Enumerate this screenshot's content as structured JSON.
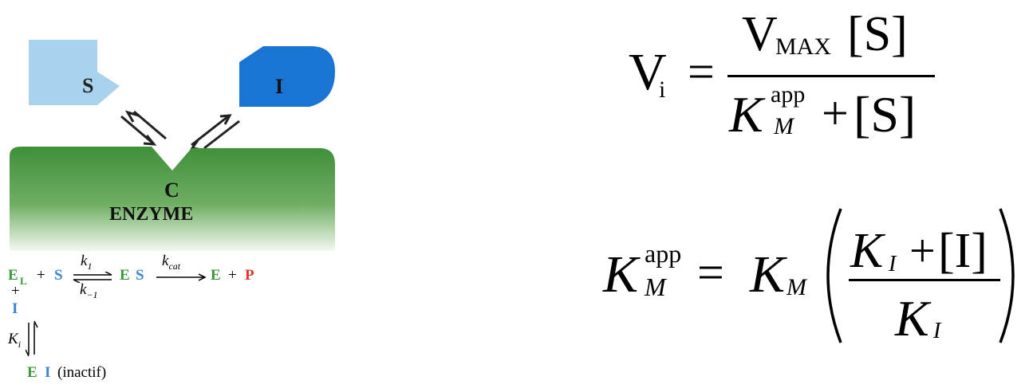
{
  "diagram": {
    "substrate_label": "S",
    "inhibitor_label": "I",
    "site_label": "C",
    "enzyme_label": "ENZYME",
    "colors": {
      "substrate": "#a9d3ec",
      "inhibitor": "#1a74d4",
      "enzyme": "#4f9a44",
      "green_text": "#3a9a3a",
      "blue_text": "#3a86d6",
      "red_text": "#e0342a"
    }
  },
  "mechanism": {
    "E": "E",
    "L_sub": "L",
    "plus": "+",
    "S": "S",
    "k1_sym": "k",
    "k1_sub": "1",
    "km1_sym": "k",
    "km1_sub": "−1",
    "ES_E": "E",
    "ES_S": "S",
    "kcat_sym": "k",
    "kcat_sub": "cat",
    "prod_E": "E",
    "plus2": "+",
    "P": "P",
    "plus_under": "+",
    "I": "I",
    "Ki_sym": "K",
    "Ki_sub": "i",
    "EI_E": "E",
    "EI_I": "I",
    "inactive": "(inactif)"
  },
  "equation1": {
    "lhs_V": "V",
    "lhs_sub": "i",
    "equals": "=",
    "num_V": "V",
    "num_sub": "MAX",
    "num_S": "[S]",
    "den_K": "K",
    "den_sup": "app",
    "den_sub": "M",
    "den_plus": "+",
    "den_S": "[S]"
  },
  "equation2": {
    "lhs_K": "K",
    "lhs_sup": "app",
    "lhs_sub": "M",
    "equals": "=",
    "K": "K",
    "K_sub": "M",
    "num_K": "K",
    "num_sub": "I",
    "num_plus": "+",
    "num_I": "[I]",
    "den_K": "K",
    "den_sub": "I"
  }
}
